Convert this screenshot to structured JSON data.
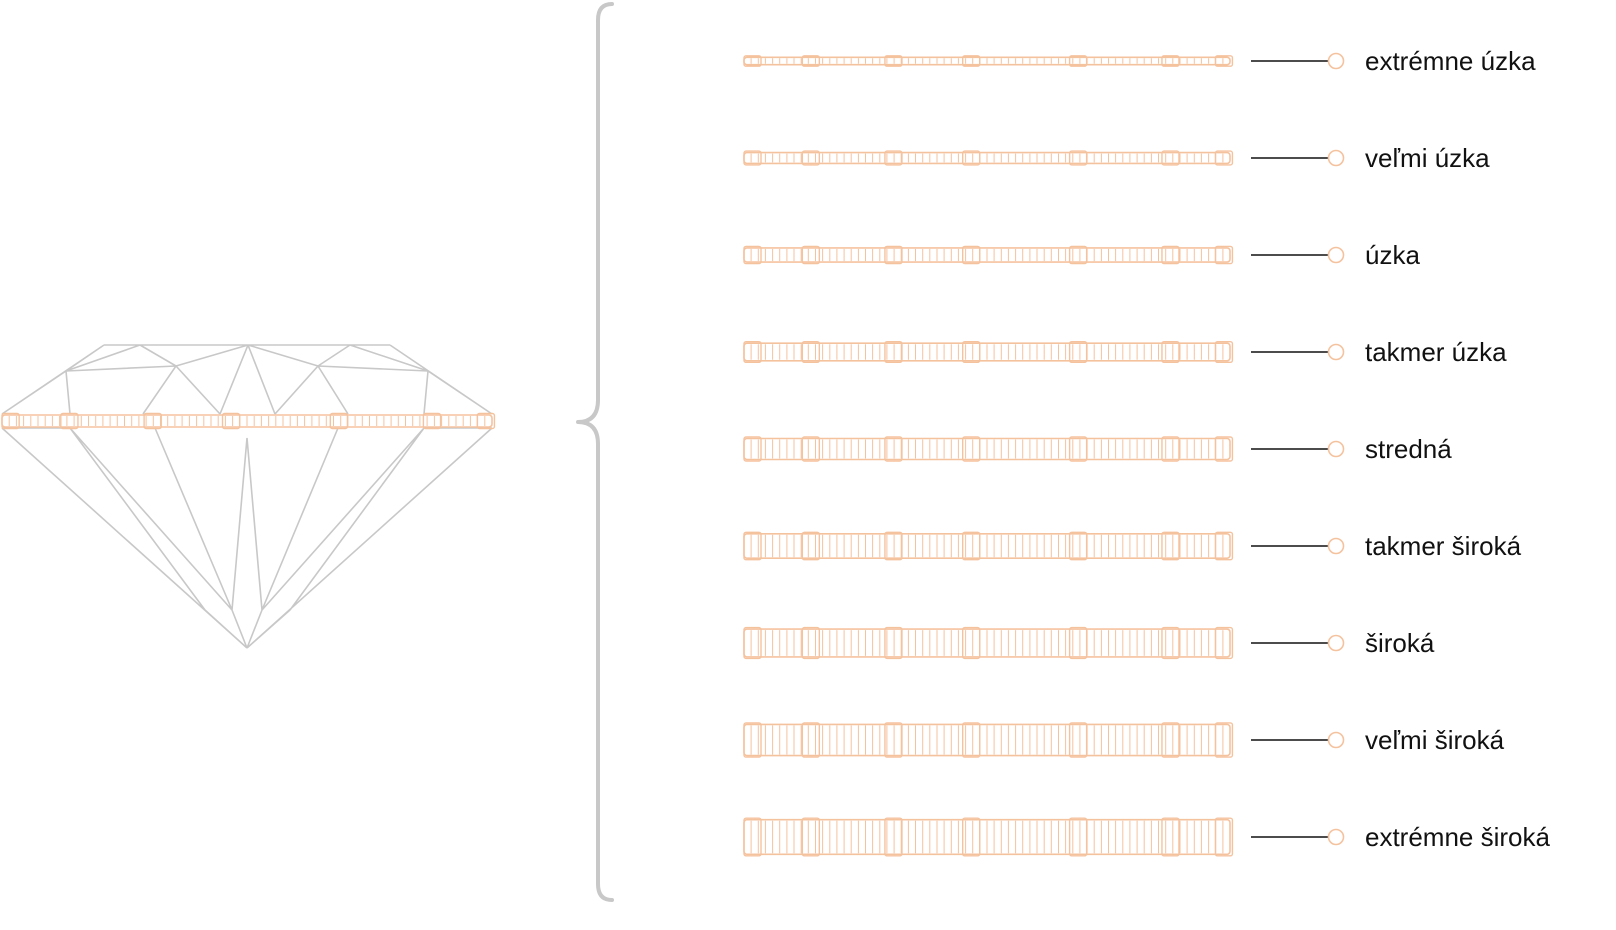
{
  "colors": {
    "diamond_outline": "#c8c8c8",
    "girdle": "#f5c29e",
    "brace": "#c8c8c8",
    "leader_line": "#111111",
    "text": "#111111",
    "background": "#ffffff"
  },
  "diagram": {
    "levels": [
      {
        "label": "extrémne úzka",
        "thickness": 1
      },
      {
        "label": "veľmi úzka",
        "thickness": 2
      },
      {
        "label": "úzka",
        "thickness": 3
      },
      {
        "label": "takmer úzka",
        "thickness": 4
      },
      {
        "label": "stredná",
        "thickness": 5
      },
      {
        "label": "takmer široká",
        "thickness": 6
      },
      {
        "label": "široká",
        "thickness": 7
      },
      {
        "label": "veľmi široká",
        "thickness": 8
      },
      {
        "label": "extrémne široká",
        "thickness": 9
      }
    ]
  }
}
